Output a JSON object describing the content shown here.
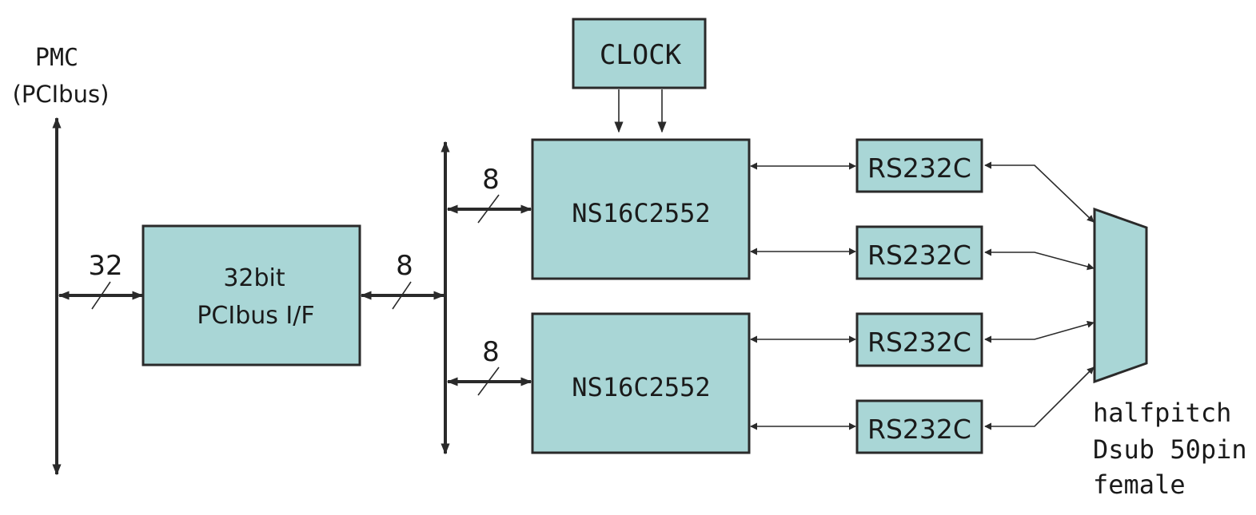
{
  "bus_label_line1": "PMC",
  "bus_label_line2": "(PCIbus)",
  "pci_if_line1": "32bit",
  "pci_if_line2": "PCIbus I/F",
  "clock_label": "CLOCK",
  "uarts": [
    "NS16C2552",
    "NS16C2552"
  ],
  "transceivers": [
    "RS232C",
    "RS232C",
    "RS232C",
    "RS232C"
  ],
  "bus_widths": {
    "pmc_to_if": "32",
    "if_to_bus": "8",
    "bus_to_uart1": "8",
    "bus_to_uart2": "8"
  },
  "connector_line1": "halfpitch",
  "connector_line2": "Dsub 50pin",
  "connector_line3": "female",
  "colors": {
    "box_fill": "#a9d6d6",
    "line": "#2a2a2a"
  }
}
